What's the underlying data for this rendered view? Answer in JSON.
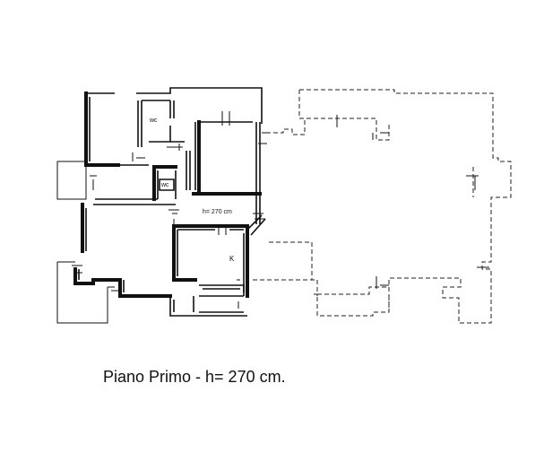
{
  "plan": {
    "caption": "Piano Primo - h= 270 cm.",
    "room_labels": {
      "wc_upper": "wc",
      "wc_lower": "wc",
      "height_note": "h= 270 cm",
      "kitchen": "K"
    }
  }
}
